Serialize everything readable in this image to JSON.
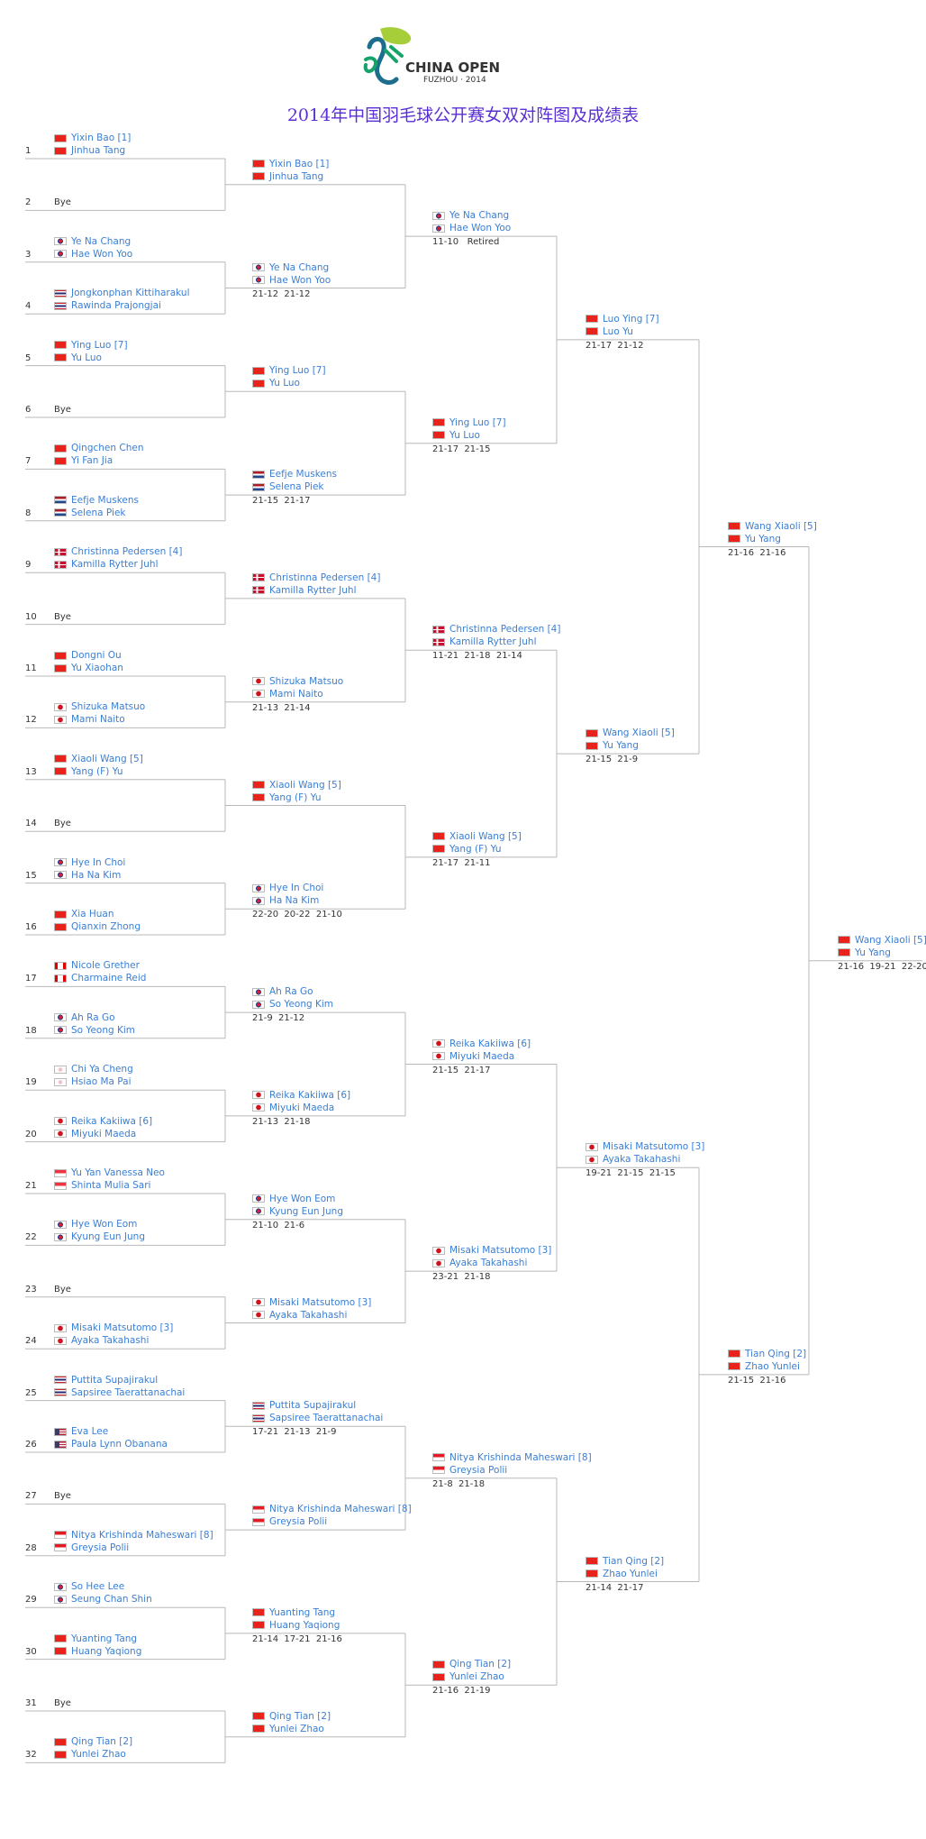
{
  "header": {
    "logo_text": "CHINA OPEN",
    "logo_sub": "FUZHOU · 2014",
    "title": "2014年中国羽毛球公开赛女双对阵图及成绩表"
  },
  "flag_colors": {
    "CHN": "#e8231c",
    "KOR": "#1e3c8c",
    "THA": "#2a2b73",
    "DEN": "#c8102e",
    "JPN": "#d0141e",
    "NED": "#21468b",
    "CAN": "#e10000",
    "TPE": "#f5c0c8",
    "SGP": "#ef3340",
    "USA": "#3c3b6e",
    "INA": "#e31b23"
  },
  "bye_label": "Bye",
  "round1": [
    {
      "seed_no": "1",
      "p1": "Yixin Bao [1]",
      "p2": "Jinhua Tang",
      "flag": "CHN"
    },
    {
      "seed_no": "2",
      "bye": true
    },
    {
      "seed_no": "3",
      "p1": "Ye Na Chang",
      "p2": "Hae Won Yoo",
      "flag": "KOR"
    },
    {
      "seed_no": "4",
      "p1": "Jongkonphan Kittiharakul",
      "p2": "Rawinda Prajongjai",
      "flag": "THA"
    },
    {
      "seed_no": "5",
      "p1": "Ying Luo [7]",
      "p2": "Yu Luo",
      "flag": "CHN"
    },
    {
      "seed_no": "6",
      "bye": true
    },
    {
      "seed_no": "7",
      "p1": "Qingchen Chen",
      "p2": "Yi Fan Jia",
      "flag": "CHN"
    },
    {
      "seed_no": "8",
      "p1": "Eefje Muskens",
      "p2": "Selena Piek",
      "flag": "NED"
    },
    {
      "seed_no": "9",
      "p1": "Christinna Pedersen [4]",
      "p2": "Kamilla Rytter Juhl",
      "flag": "DEN"
    },
    {
      "seed_no": "10",
      "bye": true
    },
    {
      "seed_no": "11",
      "p1": "Dongni Ou",
      "p2": "Yu Xiaohan",
      "flag": "CHN"
    },
    {
      "seed_no": "12",
      "p1": "Shizuka Matsuo",
      "p2": "Mami Naito",
      "flag": "JPN"
    },
    {
      "seed_no": "13",
      "p1": "Xiaoli Wang [5]",
      "p2": "Yang (F) Yu",
      "flag": "CHN"
    },
    {
      "seed_no": "14",
      "bye": true
    },
    {
      "seed_no": "15",
      "p1": "Hye In Choi",
      "p2": "Ha Na Kim",
      "flag": "KOR"
    },
    {
      "seed_no": "16",
      "p1": "Xia Huan",
      "p2": "Qianxin Zhong",
      "flag": "CHN"
    },
    {
      "seed_no": "17",
      "p1": "Nicole Grether",
      "p2": "Charmaine Reid",
      "flag": "CAN"
    },
    {
      "seed_no": "18",
      "p1": "Ah Ra Go",
      "p2": "So Yeong Kim",
      "flag": "KOR"
    },
    {
      "seed_no": "19",
      "p1": "Chi Ya Cheng",
      "p2": "Hsiao Ma Pai",
      "flag": "TPE"
    },
    {
      "seed_no": "20",
      "p1": "Reika Kakiiwa [6]",
      "p2": "Miyuki Maeda",
      "flag": "JPN"
    },
    {
      "seed_no": "21",
      "p1": "Yu Yan Vanessa Neo",
      "p2": "Shinta Mulia Sari",
      "flag": "SGP"
    },
    {
      "seed_no": "22",
      "p1": "Hye Won Eom",
      "p2": "Kyung Eun Jung",
      "flag": "KOR"
    },
    {
      "seed_no": "23",
      "bye": true
    },
    {
      "seed_no": "24",
      "p1": "Misaki Matsutomo [3]",
      "p2": "Ayaka Takahashi",
      "flag": "JPN"
    },
    {
      "seed_no": "25",
      "p1": "Puttita Supajirakul",
      "p2": "Sapsiree Taerattanachai",
      "flag": "THA"
    },
    {
      "seed_no": "26",
      "p1": "Eva Lee",
      "p2": "Paula Lynn Obanana",
      "flag": "USA"
    },
    {
      "seed_no": "27",
      "bye": true
    },
    {
      "seed_no": "28",
      "p1": "Nitya Krishinda Maheswari [8]",
      "p2": "Greysia Polii",
      "flag": "INA"
    },
    {
      "seed_no": "29",
      "p1": "So Hee Lee",
      "p2": "Seung Chan Shin",
      "flag": "KOR"
    },
    {
      "seed_no": "30",
      "p1": "Yuanting Tang",
      "p2": "Huang Yaqiong",
      "flag": "CHN"
    },
    {
      "seed_no": "31",
      "bye": true
    },
    {
      "seed_no": "32",
      "p1": "Qing Tian [2]",
      "p2": "Yunlei Zhao",
      "flag": "CHN"
    }
  ],
  "round2": [
    {
      "p1": "Yixin Bao [1]",
      "p2": "Jinhua Tang",
      "flag": "CHN",
      "score": ""
    },
    {
      "p1": "Ye Na Chang",
      "p2": "Hae Won Yoo",
      "flag": "KOR",
      "score": "21-12  21-12"
    },
    {
      "p1": "Ying Luo [7]",
      "p2": "Yu Luo",
      "flag": "CHN",
      "score": ""
    },
    {
      "p1": "Eefje Muskens",
      "p2": "Selena Piek",
      "flag": "NED",
      "score": "21-15  21-17"
    },
    {
      "p1": "Christinna Pedersen [4]",
      "p2": "Kamilla Rytter Juhl",
      "flag": "DEN",
      "score": ""
    },
    {
      "p1": "Shizuka Matsuo",
      "p2": "Mami Naito",
      "flag": "JPN",
      "score": "21-13  21-14"
    },
    {
      "p1": "Xiaoli Wang [5]",
      "p2": "Yang (F) Yu",
      "flag": "CHN",
      "score": ""
    },
    {
      "p1": "Hye In Choi",
      "p2": "Ha Na Kim",
      "flag": "KOR",
      "score": "22-20  20-22  21-10"
    },
    {
      "p1": "Ah Ra Go",
      "p2": "So Yeong Kim",
      "flag": "KOR",
      "score": "21-9  21-12"
    },
    {
      "p1": "Reika Kakiiwa [6]",
      "p2": "Miyuki Maeda",
      "flag": "JPN",
      "score": "21-13  21-18"
    },
    {
      "p1": "Hye Won Eom",
      "p2": "Kyung Eun Jung",
      "flag": "KOR",
      "score": "21-10  21-6"
    },
    {
      "p1": "Misaki Matsutomo [3]",
      "p2": "Ayaka Takahashi",
      "flag": "JPN",
      "score": ""
    },
    {
      "p1": "Puttita Supajirakul",
      "p2": "Sapsiree Taerattanachai",
      "flag": "THA",
      "score": "17-21  21-13  21-9"
    },
    {
      "p1": "Nitya Krishinda Maheswari [8]",
      "p2": "Greysia Polii",
      "flag": "INA",
      "score": ""
    },
    {
      "p1": "Yuanting Tang",
      "p2": "Huang Yaqiong",
      "flag": "CHN",
      "score": "21-14  17-21  21-16"
    },
    {
      "p1": "Qing Tian [2]",
      "p2": "Yunlei Zhao",
      "flag": "CHN",
      "score": ""
    }
  ],
  "round3": [
    {
      "p1": "Ye Na Chang",
      "p2": "Hae Won Yoo",
      "flag": "KOR",
      "score": "11-10   Retired"
    },
    {
      "p1": "Ying Luo [7]",
      "p2": "Yu Luo",
      "flag": "CHN",
      "score": "21-17  21-15"
    },
    {
      "p1": "Christinna Pedersen [4]",
      "p2": "Kamilla Rytter Juhl",
      "flag": "DEN",
      "score": "11-21  21-18  21-14"
    },
    {
      "p1": "Xiaoli Wang [5]",
      "p2": "Yang (F) Yu",
      "flag": "CHN",
      "score": "21-17  21-11"
    },
    {
      "p1": "Reika Kakiiwa [6]",
      "p2": "Miyuki Maeda",
      "flag": "JPN",
      "score": "21-15  21-17"
    },
    {
      "p1": "Misaki Matsutomo [3]",
      "p2": "Ayaka Takahashi",
      "flag": "JPN",
      "score": "23-21  21-18"
    },
    {
      "p1": "Nitya Krishinda Maheswari [8]",
      "p2": "Greysia Polii",
      "flag": "INA",
      "score": "21-8  21-18"
    },
    {
      "p1": "Qing Tian [2]",
      "p2": "Yunlei Zhao",
      "flag": "CHN",
      "score": "21-16  21-19"
    }
  ],
  "round4": [
    {
      "p1": "Luo Ying [7]",
      "p2": "Luo Yu",
      "flag": "CHN",
      "score": "21-17  21-12"
    },
    {
      "p1": "Wang Xiaoli [5]",
      "p2": "Yu Yang",
      "flag": "CHN",
      "score": "21-15  21-9"
    },
    {
      "p1": "Misaki Matsutomo [3]",
      "p2": "Ayaka Takahashi",
      "flag": "JPN",
      "score": "19-21  21-15  21-15"
    },
    {
      "p1": "Tian Qing [2]",
      "p2": "Zhao Yunlei",
      "flag": "CHN",
      "score": "21-14  21-17"
    }
  ],
  "round5": [
    {
      "p1": "Wang Xiaoli [5]",
      "p2": "Yu Yang",
      "flag": "CHN",
      "score": "21-16  21-16"
    },
    {
      "p1": "Tian Qing [2]",
      "p2": "Zhao Yunlei",
      "flag": "CHN",
      "score": "21-15  21-16"
    }
  ],
  "round6": [
    {
      "p1": "Wang Xiaoli [5]",
      "p2": "Yu Yang",
      "flag": "CHN",
      "score": "21-16  19-21  22-20"
    }
  ]
}
